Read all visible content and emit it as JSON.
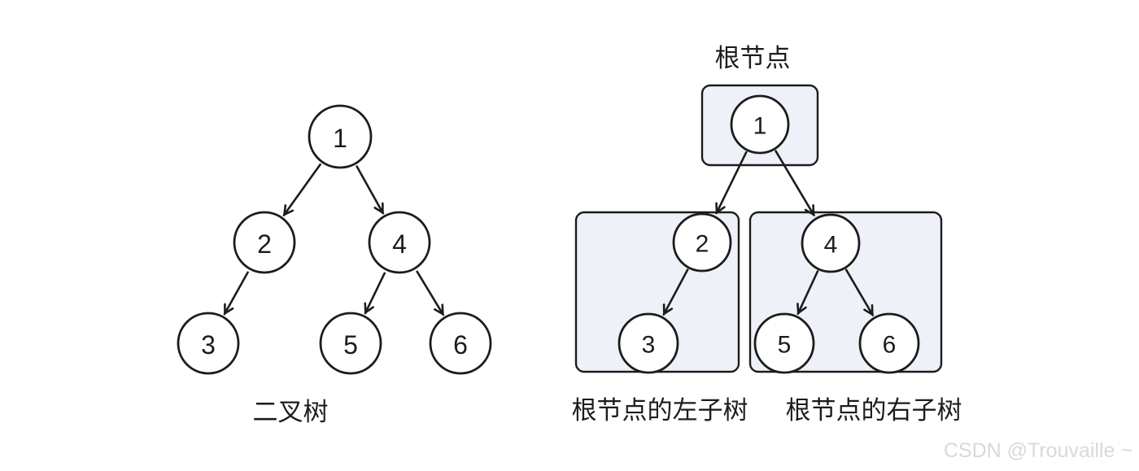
{
  "left_tree": {
    "caption": "二叉树",
    "nodes": {
      "n1": "1",
      "n2": "2",
      "n3": "3",
      "n4": "4",
      "n5": "5",
      "n6": "6"
    },
    "edges": [
      [
        "1",
        "2"
      ],
      [
        "1",
        "4"
      ],
      [
        "2",
        "3"
      ],
      [
        "4",
        "5"
      ],
      [
        "4",
        "6"
      ]
    ]
  },
  "right_group": {
    "root_label": "根节点",
    "left_caption": "根节点的左子树",
    "right_caption": "根节点的右子树",
    "nodes": {
      "n1": "1",
      "n2": "2",
      "n3": "3",
      "n4": "4",
      "n5": "5",
      "n6": "6"
    },
    "edges": [
      [
        "1",
        "2"
      ],
      [
        "1",
        "4"
      ],
      [
        "2",
        "3"
      ],
      [
        "4",
        "5"
      ],
      [
        "4",
        "6"
      ]
    ]
  },
  "watermark": {
    "text": "CSDN @Trouvaille ~"
  },
  "colors": {
    "stroke": "#1c1c1c",
    "box_fill": "#eef1f8",
    "watermark": "#d9d9d9",
    "background": "#ffffff"
  }
}
